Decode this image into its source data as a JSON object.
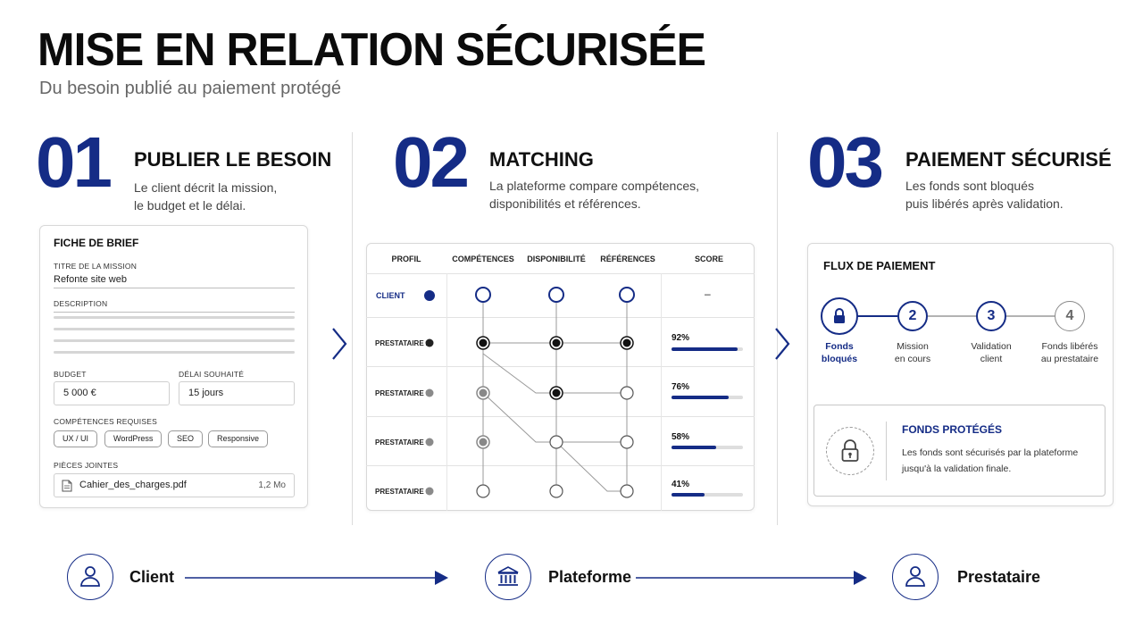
{
  "header": {
    "title": "MISE EN RELATION SÉCURISÉE",
    "subtitle": "Du besoin publié au paiement protégé"
  },
  "steps": [
    {
      "num": "01",
      "title": "PUBLIER LE BESOIN",
      "desc_line1": "Le client décrit la mission,",
      "desc_line2": "le budget et le délai."
    },
    {
      "num": "02",
      "title": "MATCHING",
      "desc_line1": "La plateforme compare compétences,",
      "desc_line2": "disponibilités et références."
    },
    {
      "num": "03",
      "title": "PAIEMENT SÉCURISÉ",
      "desc_line1": "Les fonds sont bloqués",
      "desc_line2": "puis libérés après validation."
    }
  ],
  "brief": {
    "title": "FICHE DE BRIEF",
    "mission_label": "TITRE DE LA MISSION",
    "mission_value": "Refonte site web",
    "description_label": "DESCRIPTION",
    "budget_label": "BUDGET",
    "budget_value": "5 000 €",
    "delay_label": "DÉLAI SOUHAITÉ",
    "delay_value": "15 jours",
    "skills_label": "COMPÉTENCES REQUISES",
    "skills": [
      "UX / UI",
      "WordPress",
      "SEO",
      "Responsive"
    ],
    "attachments_label": "PIÈCES JOINTES",
    "file_name": "Cahier_des_charges.pdf",
    "file_size": "1,2 Mo"
  },
  "matching": {
    "headers": [
      "PROFIL",
      "COMPÉTENCES",
      "DISPONIBILITÉ",
      "RÉFÉRENCES",
      "SCORE"
    ],
    "client_label": "CLIENT",
    "client_score": "–",
    "rows": [
      {
        "label": "PRESTATAIRE A",
        "score": "92%",
        "fill": 0.92
      },
      {
        "label": "PRESTATAIRE B",
        "score": "76%",
        "fill": 0.8
      },
      {
        "label": "PRESTATAIRE C",
        "score": "58%",
        "fill": 0.62
      },
      {
        "label": "PRESTATAIRE D",
        "score": "41%",
        "fill": 0.46
      }
    ]
  },
  "payment": {
    "title": "FLUX DE PAIEMENT",
    "steps": [
      {
        "num": "",
        "l1": "Fonds",
        "l2": "bloqués",
        "icon": "lock-icon"
      },
      {
        "num": "2",
        "l1": "Mission",
        "l2": "en cours"
      },
      {
        "num": "3",
        "l1": "Validation",
        "l2": "client"
      },
      {
        "num": "4",
        "l1": "Fonds libérés",
        "l2": "au prestataire"
      }
    ],
    "protect_title": "FONDS PROTÉGÉS",
    "protect_line1": "Les fonds sont sécurisés par la plateforme",
    "protect_line2": "jusqu'à la validation finale."
  },
  "actors": {
    "client": "Client",
    "platform": "Plateforme",
    "provider": "Prestataire"
  },
  "colors": {
    "accent": "#152c86",
    "text": "#111111",
    "muted": "#666666"
  }
}
